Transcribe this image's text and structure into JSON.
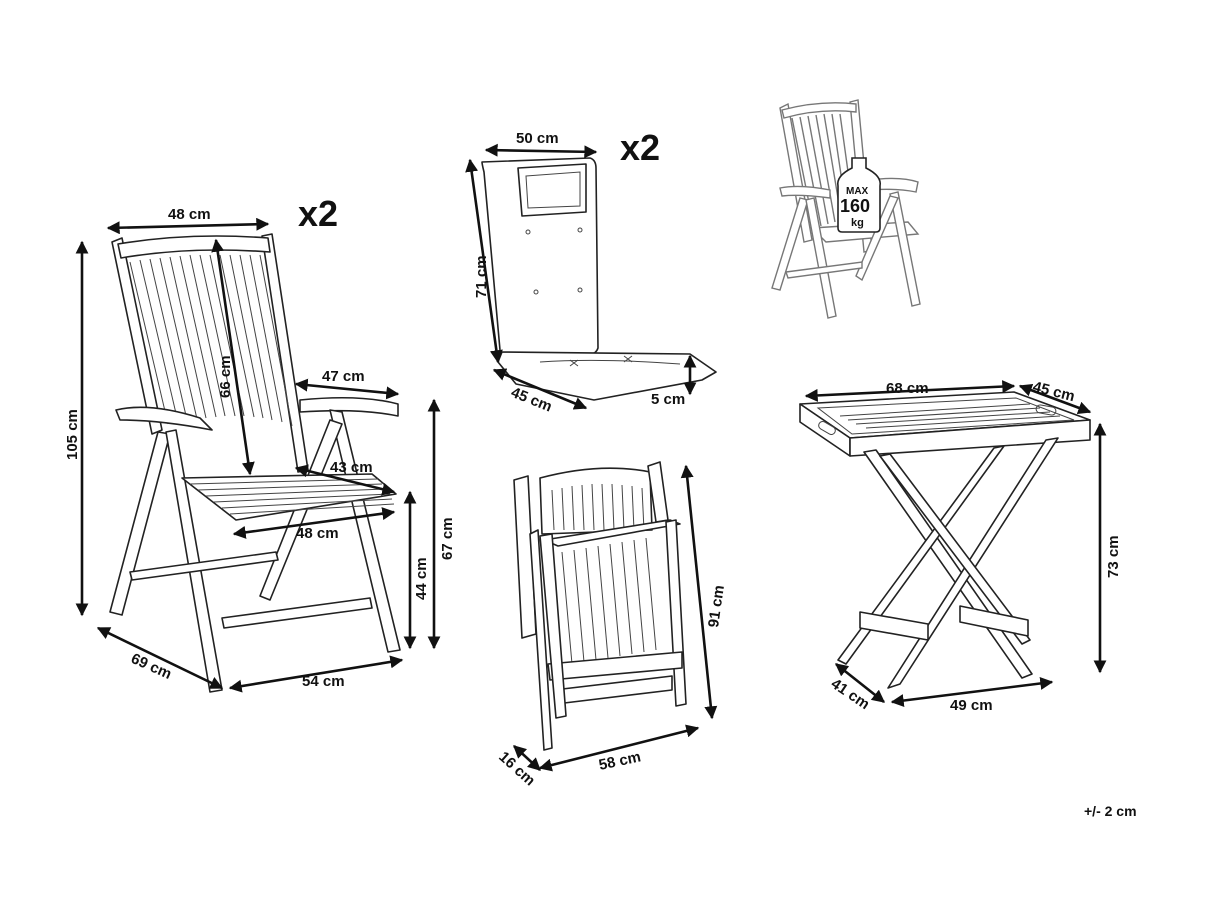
{
  "recliner_chair": {
    "quantity": "x2",
    "width_top": "48 cm",
    "height_total": "105 cm",
    "backrest_height": "66 cm",
    "armrest_length": "47 cm",
    "seat_depth": "43 cm",
    "seat_width": "48 cm",
    "seat_height": "44 cm",
    "armrest_height": "67 cm",
    "depth": "69 cm",
    "width_base": "54 cm"
  },
  "cushion": {
    "quantity": "x2",
    "width": "50 cm",
    "back_height": "71 cm",
    "seat_depth": "45 cm",
    "thickness": "5 cm"
  },
  "load_badge": {
    "line1": "MAX",
    "line2": "160",
    "line3": "kg"
  },
  "folded_chair": {
    "height": "91 cm",
    "width": "58 cm",
    "thickness": "16 cm"
  },
  "tray_table": {
    "length": "68 cm",
    "tray_depth": "45 cm",
    "height": "73 cm",
    "base_depth": "41 cm",
    "base_width": "49 cm"
  },
  "tolerance": "+/- 2 cm"
}
